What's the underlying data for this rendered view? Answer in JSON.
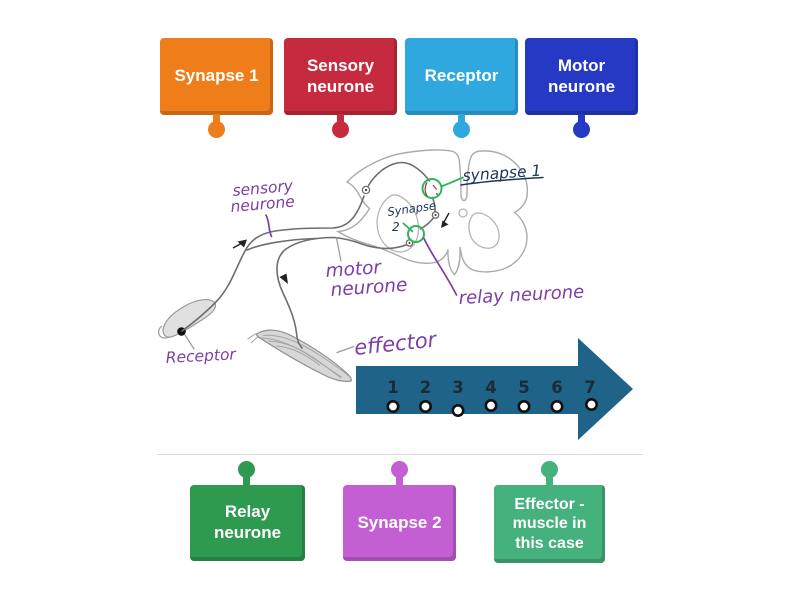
{
  "activity": {
    "top_labels": [
      {
        "text": "Synapse 1",
        "lines": [
          "Synapse 1"
        ],
        "color": "#EF7D1A"
      },
      {
        "text": "Sensory neurone",
        "lines": [
          "Sensory",
          "neurone"
        ],
        "color": "#C62A3E"
      },
      {
        "text": "Receptor",
        "lines": [
          "Receptor"
        ],
        "color": "#2FA8E0"
      },
      {
        "text": "Motor neurone",
        "lines": [
          "Motor",
          "neurone"
        ],
        "color": "#2539C4"
      }
    ],
    "bottom_labels": [
      {
        "text": "Relay neurone",
        "lines": [
          "Relay",
          "neurone"
        ],
        "color": "#2D9A50"
      },
      {
        "text": "Synapse 2",
        "lines": [
          "Synapse 2"
        ],
        "color": "#C35FD3"
      },
      {
        "text": "Effector - muscle in this case",
        "lines": [
          "Effector -",
          "muscle in",
          "this case"
        ],
        "color": "#45B17C"
      }
    ]
  },
  "diagram": {
    "annotations": {
      "sensory_line1": "sensory",
      "sensory_line2": "neurone",
      "motor_line1": "motor",
      "motor_line2": "neurone",
      "relay": "relay neurone",
      "receptor": "Receptor",
      "effector": "effector",
      "synapse1": "synapse 1",
      "synapse2_word": "Synapse",
      "synapse2_num": "2"
    },
    "arrow": {
      "numbers": [
        "1",
        "2",
        "3",
        "4",
        "5",
        "6",
        "7"
      ],
      "color": "#1F6389",
      "slot_count": 7
    },
    "ink_colors": {
      "handwriting_purple": "#7C3FA5",
      "handwriting_navy": "#1F3460",
      "synapse_green": "#2FB45C"
    }
  }
}
